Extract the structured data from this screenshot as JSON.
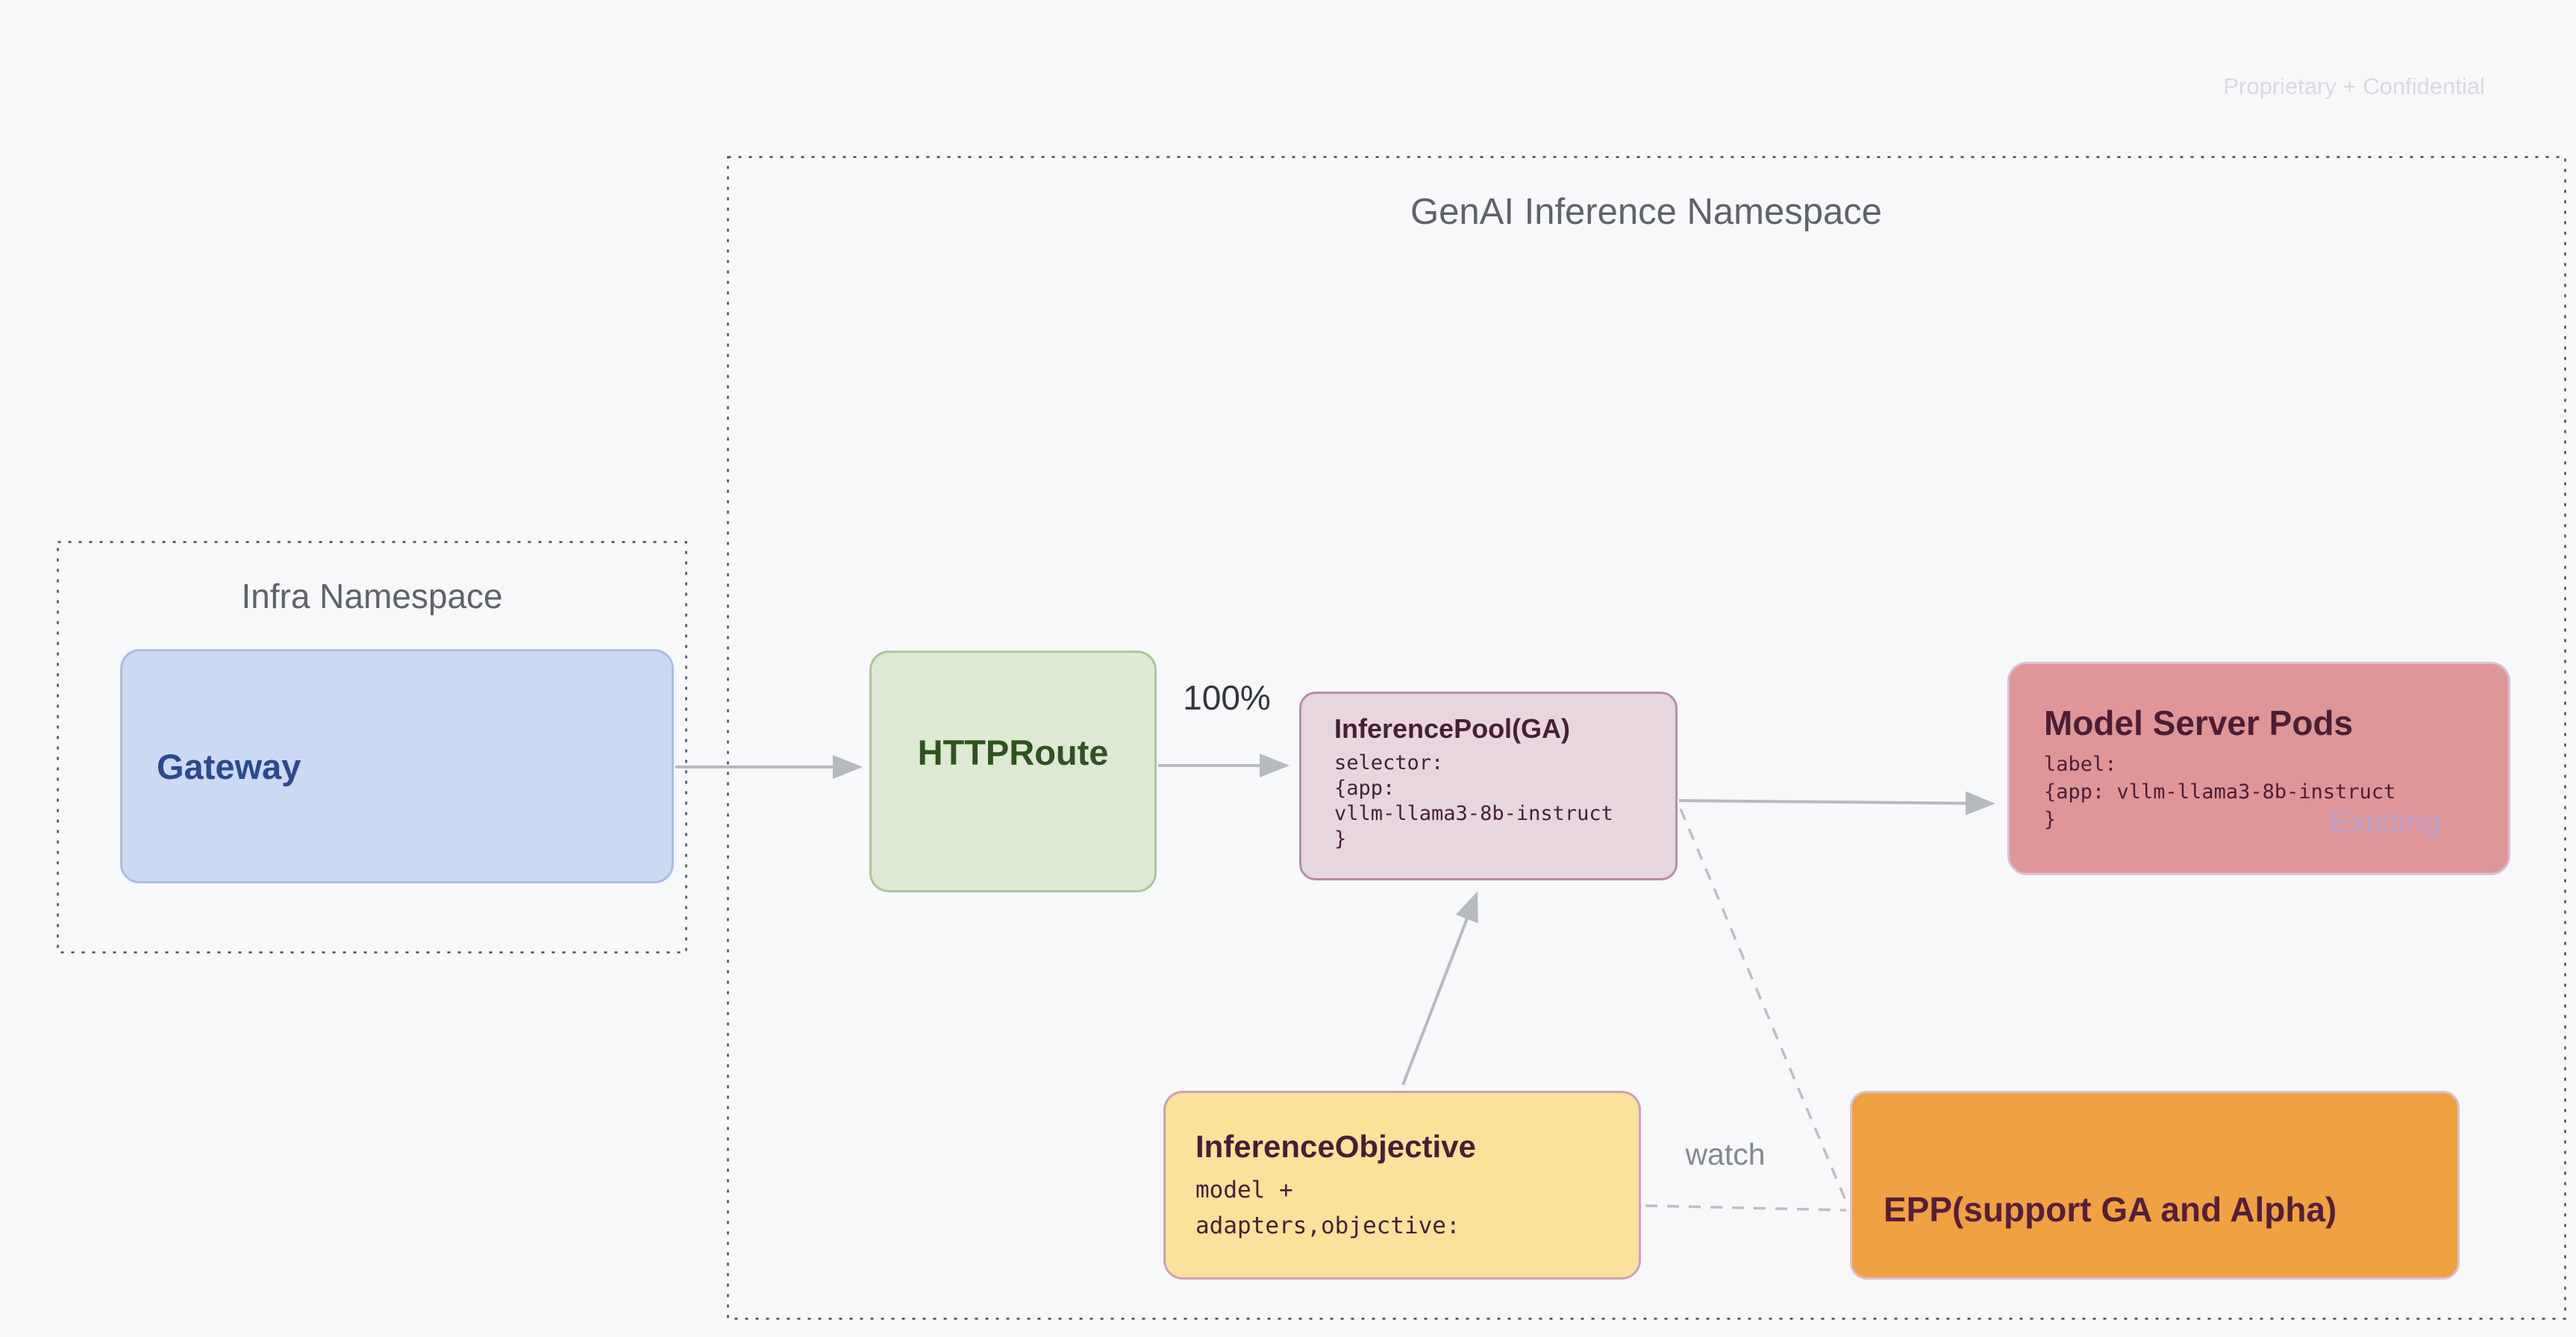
{
  "watermark": "Proprietary + Confidential",
  "namespaces": {
    "genai": {
      "title": "GenAI Inference Namespace"
    },
    "infra": {
      "title": "Infra Namespace"
    }
  },
  "nodes": {
    "gateway": {
      "label": "Gateway",
      "fill": "#ccd9f2",
      "border": "#a9bde7",
      "text_color": "#2a4a8b"
    },
    "httproute": {
      "label": "HTTPRoute",
      "fill": "#dde9d3",
      "border": "#abc697",
      "text_color": "#2f531f"
    },
    "inference_pool": {
      "title": "InferencePool(GA)",
      "code": "selector:\n{app:\nvllm-llama3-8b-instruct\n}",
      "fill": "#e7d6de",
      "border": "#b78ca6",
      "text_color": "#451f37"
    },
    "model_server_pods": {
      "title": "Model Server Pods",
      "code": "label:\n{app: vllm-llama3-8b-instruct\n}",
      "badge": "Existing",
      "fill": "#de9697",
      "border": "#d9c0d4",
      "text_color": "#4b1e34",
      "badge_color": "#bd9fc9"
    },
    "inference_objective": {
      "title": "InferenceObjective",
      "code": "model +\nadapters,objective:",
      "fill": "#fbe29b",
      "border": "#cba1b9",
      "text_color": "#451f3a"
    },
    "epp": {
      "label": "EPP(support GA and Alpha)",
      "fill": "#f0a243",
      "border": "#dac0d4",
      "text_color": "#551f3a"
    }
  },
  "edges": {
    "gateway_to_httproute": {
      "type": "solid-arrow"
    },
    "httproute_to_pool": {
      "type": "solid-arrow",
      "label": "100%"
    },
    "pool_to_pods": {
      "type": "solid-arrow"
    },
    "objective_to_pool": {
      "type": "solid-arrow"
    },
    "pool_to_epp": {
      "type": "dashed-line"
    },
    "objective_to_epp": {
      "type": "dashed-line",
      "label": "watch"
    },
    "arrow_color": "#b6b9be",
    "dash_color": "#bcbfc4"
  }
}
